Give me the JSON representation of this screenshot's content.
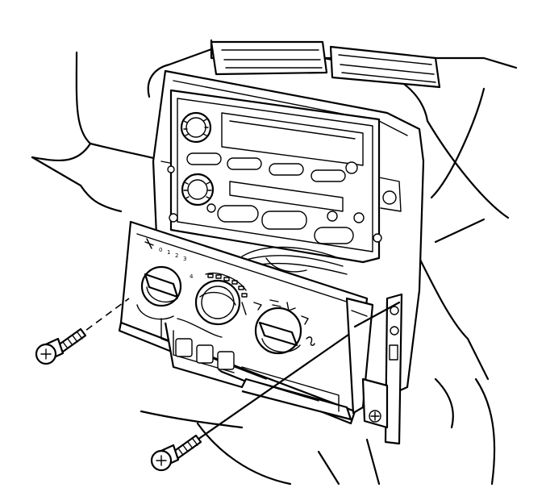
{
  "diagram": {
    "fan_speed_marks": [
      "0",
      "1",
      "2",
      "3",
      "4"
    ],
    "icons": [
      "fan-icon",
      "vent-mode-icon",
      "floor-mode-icon",
      "defrost-icon",
      "screw-icon"
    ]
  }
}
